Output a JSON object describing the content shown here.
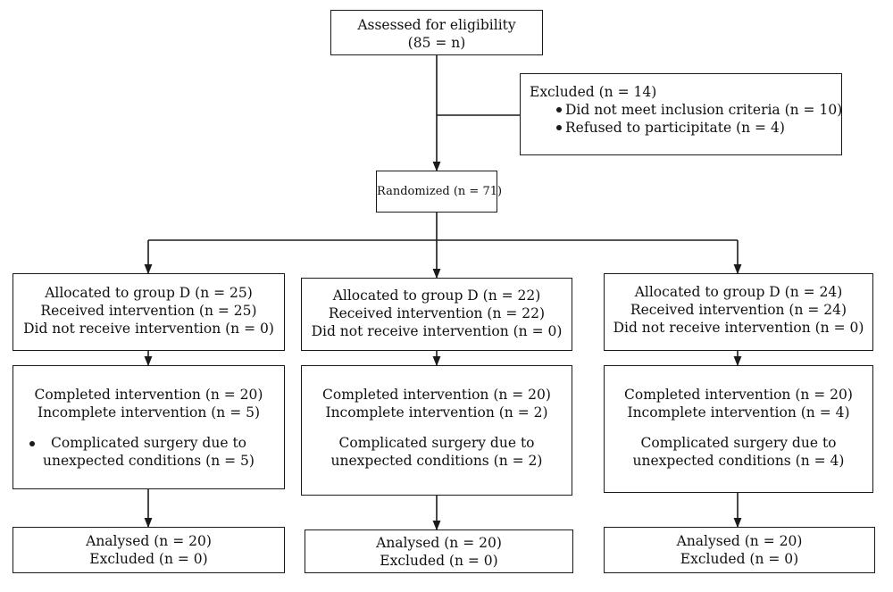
{
  "enrollment": {
    "assessed_line1": "Assessed for eligibility",
    "assessed_line2": "(85 = n)",
    "excluded_title": "Excluded (n = 14)",
    "excluded_reasons": [
      "Did not meet inclusion criteria (n = 10)",
      "Refused to participitate (n = 4)"
    ],
    "randomized": "Randomized (n = 71)"
  },
  "arms": [
    {
      "allocated": "Allocated to group D (n = 25)",
      "received": "Received intervention (n = 25)",
      "not_received": "Did not receive intervention (n = 0)",
      "completed": "Completed intervention (n = 20)",
      "incomplete": "Incomplete intervention (n = 5)",
      "reason_line1": "Complicated surgery due to",
      "reason_line2": "unexpected conditions (n = 5)",
      "analysed": "Analysed (n = 20)",
      "excluded": "Excluded (n = 0)"
    },
    {
      "allocated": "Allocated to group D (n = 22)",
      "received": "Received intervention (n = 22)",
      "not_received": "Did not receive intervention (n = 0)",
      "completed": "Completed intervention (n = 20)",
      "incomplete": "Incomplete intervention (n = 2)",
      "reason_line1": "Complicated surgery due to",
      "reason_line2": "unexpected conditions (n = 2)",
      "analysed": "Analysed (n = 20)",
      "excluded": "Excluded (n = 0)"
    },
    {
      "allocated": "Allocated to group D (n = 24)",
      "received": "Received intervention (n = 24)",
      "not_received": "Did not receive intervention (n = 0)",
      "completed": "Completed intervention (n = 20)",
      "incomplete": "Incomplete intervention (n = 4)",
      "reason_line1": "Complicated surgery due to",
      "reason_line2": "unexpected conditions (n = 4)",
      "analysed": "Analysed (n = 20)",
      "excluded": "Excluded (n = 0)"
    }
  ]
}
